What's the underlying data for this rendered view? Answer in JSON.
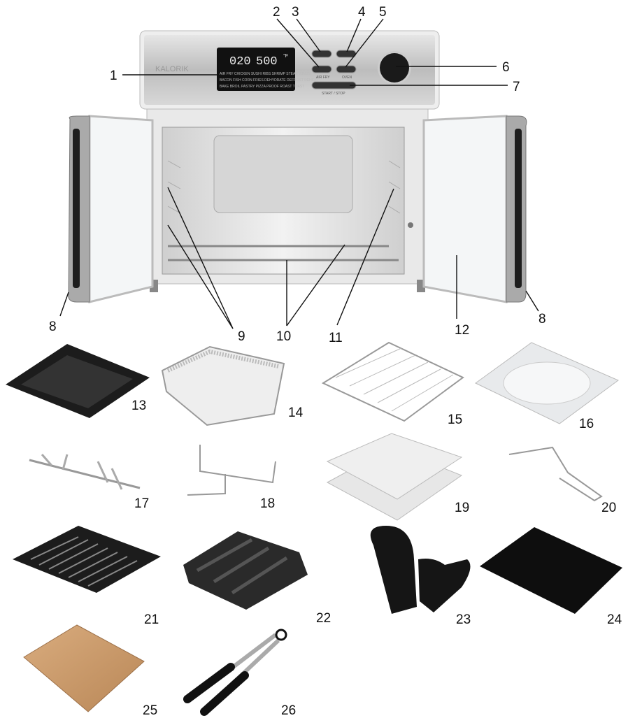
{
  "oven": {
    "brand": "KALORIK",
    "display_time": "020",
    "display_temp": "500",
    "display_unit": "°F",
    "presets_row1": "AIR FRY  CHICKEN  SUSHI  RIBS  SHRIMP  STEAK  WINGS",
    "presets_row2": "BACON  FISH  CORN  FRIES  DEHYDRATE  DEFROST  REHEAT",
    "presets_row3": "BAKE  BROIL  PASTRY  PIZZA  PROOF  ROAST  TOAST",
    "button_airfry": "AIR FRY",
    "button_oven": "OVEN",
    "button_start_stop": "START / STOP"
  },
  "callouts": [
    "1",
    "2",
    "3",
    "4",
    "5",
    "6",
    "7",
    "8",
    "8",
    "9",
    "10",
    "11",
    "12"
  ],
  "accessories": [
    "13",
    "14",
    "15",
    "16",
    "17",
    "18",
    "19",
    "20",
    "21",
    "22",
    "23",
    "24",
    "25",
    "26"
  ],
  "colors": {
    "steel": "#c9c9c9",
    "display": "#111111",
    "handle": "#222222",
    "baking_pan": "#c89a6c"
  }
}
